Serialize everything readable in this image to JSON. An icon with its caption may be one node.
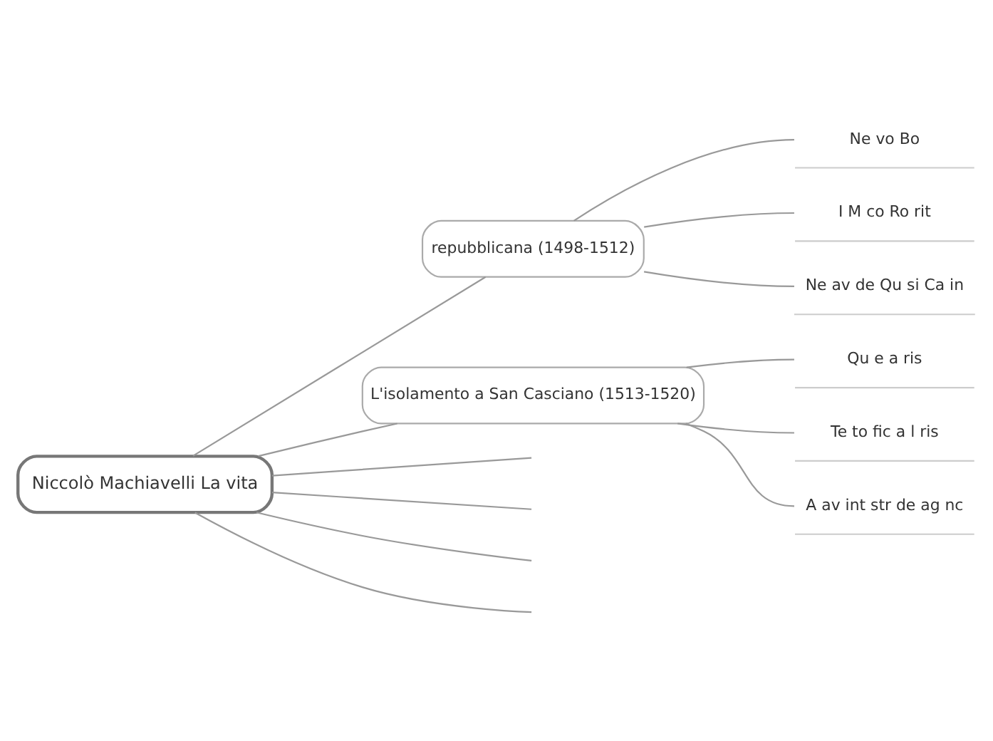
{
  "diagram": {
    "nodes": [
      {
        "text": [
          "Niccolò Machiavelli La vita"
        ]
      },
      {
        "text": [
          "repubblicana (1498-1512)"
        ]
      },
      {
        "text": [
          "Ne vo Bo"
        ]
      },
      {
        "text": [
          "I M co Ro rit"
        ]
      },
      {
        "text": [
          "Ne av de Qu si Ca in"
        ]
      },
      {
        "text": [
          "L'isolamento a San Casciano (1513-1520)"
        ]
      },
      {
        "text": [
          "Qu e a ris"
        ]
      },
      {
        "text": [
          "Te to fic a l ris"
        ]
      },
      {
        "text": [
          "A av int str de ag nc"
        ]
      }
    ],
    "edges": [
      {
        "from": 0,
        "to": null,
        "arrow": "none"
      },
      {
        "from": 0,
        "to": 1,
        "arrow": "none"
      },
      {
        "from": 1,
        "to": 2,
        "arrow": "none"
      },
      {
        "from": 1,
        "to": 3,
        "arrow": "none"
      },
      {
        "from": 1,
        "to": 4,
        "arrow": "none"
      },
      {
        "from": 0,
        "to": 5,
        "arrow": "none"
      },
      {
        "from": 5,
        "to": 6,
        "arrow": "none"
      },
      {
        "from": 5,
        "to": 7,
        "arrow": "none"
      },
      {
        "from": 5,
        "to": 8,
        "arrow": "none"
      },
      {
        "from": 0,
        "to": null,
        "arrow": "none"
      },
      {
        "from": 0,
        "to": null,
        "arrow": "none"
      },
      {
        "from": 0,
        "to": null,
        "arrow": "none"
      }
    ]
  }
}
